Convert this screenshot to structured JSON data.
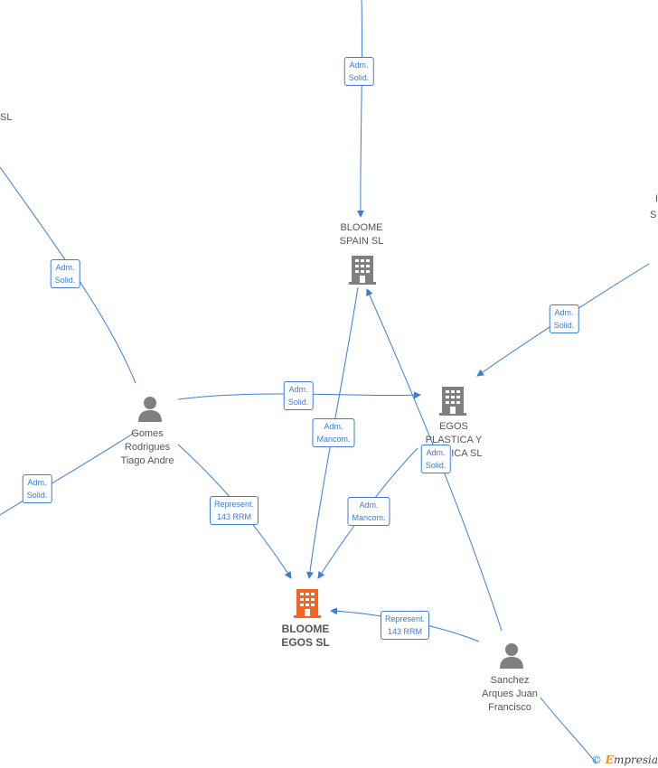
{
  "nodes": {
    "bloome_spain": {
      "label": "BLOOME\nSPAIN  SL",
      "type": "company"
    },
    "egos_plastica": {
      "label": "EGOS\nPLASTICA Y\nQUIMICA  SL",
      "type": "company"
    },
    "bloome_egos": {
      "label": "BLOOME\nEGOS  SL",
      "type": "company-main"
    },
    "gomes": {
      "label": "Gomes\nRodrigues\nTiago Andre",
      "type": "person"
    },
    "sanchez": {
      "label": "Sanchez\nArques Juan\nFrancisco",
      "type": "person"
    }
  },
  "partial_labels": {
    "left_top": "SL",
    "right_top_1": "I",
    "right_top_2": "S"
  },
  "edge_labels": {
    "top_to_spain": "Adm.\nSolid.",
    "left_to_gomes": "Adm.\nSolid.",
    "right_to_egos": "Adm.\nSolid.",
    "gomes_to_egos": "Adm.\nSolid.",
    "spain_to_bloome": "Adm.\nMancom.",
    "sanchez_to_egos": "Adm.\nSolid.",
    "egos_to_bloome": "Adm.\nMancom.",
    "gomes_to_bloome": "Represent.\n143 RRM",
    "sanchez_to_bloome": "Represent.\n143 RRM",
    "gomes_to_left": "Adm.\nSolid."
  },
  "colors": {
    "edge": "#3b7dd8",
    "node_gray": "#808080",
    "main_company": "#f26522",
    "watermark_accent": "#f28c28"
  },
  "icons": {
    "company": "building-icon",
    "person": "person-icon"
  },
  "watermark": {
    "copyright": "©",
    "brand_initial": "E",
    "brand_rest": "mpresia"
  }
}
